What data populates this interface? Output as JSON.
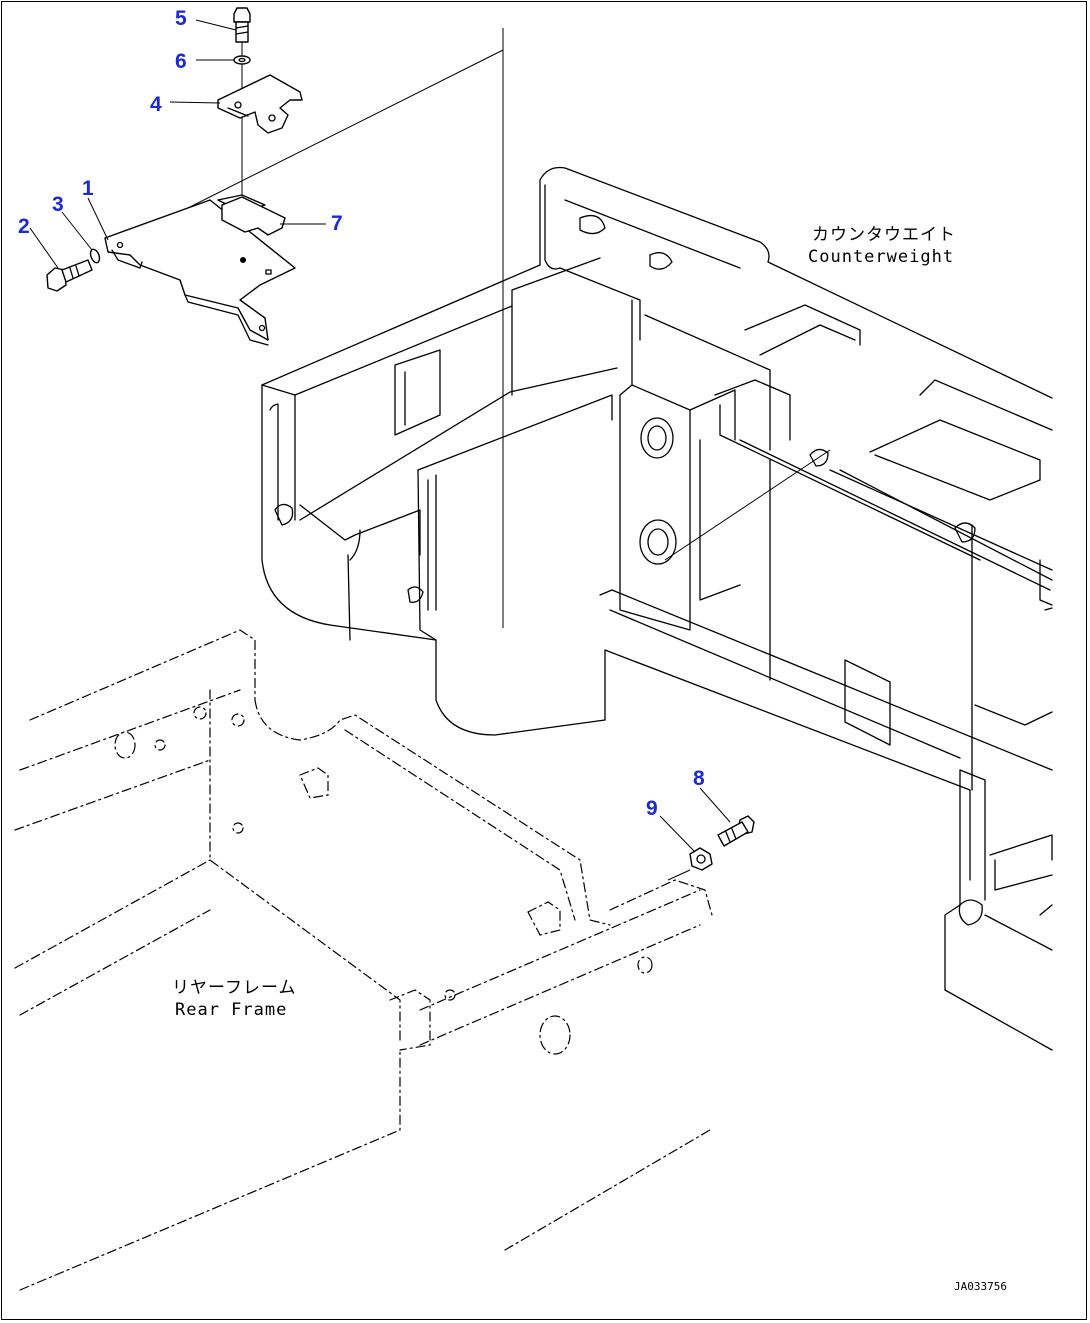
{
  "callouts": {
    "c1": "1",
    "c2": "2",
    "c3": "3",
    "c4": "4",
    "c5": "5",
    "c6": "6",
    "c7": "7",
    "c8": "8",
    "c9": "9"
  },
  "labels": {
    "counterweight_jp": "カウンタウエイト",
    "counterweight_en": "Counterweight",
    "rear_frame_jp": "リヤーフレーム",
    "rear_frame_en": "Rear Frame"
  },
  "drawing_code": "JA033756",
  "colors": {
    "callout": "#1a2ad6",
    "line": "#000000",
    "background": "#ffffff"
  }
}
